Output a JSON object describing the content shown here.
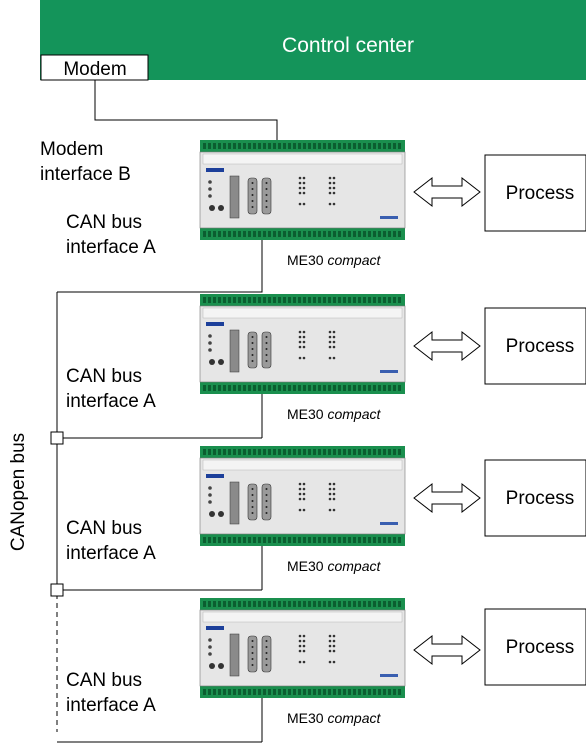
{
  "control_center": {
    "title": "Control center",
    "modem": "Modem",
    "color": "#14945a"
  },
  "labels": {
    "modem_interface_line1": "Modem",
    "modem_interface_line2": "interface B",
    "bus_name": "CANopen bus"
  },
  "modules": [
    {
      "name": "ME30",
      "variant": "compact",
      "can_line1": "CAN bus",
      "can_line2": "interface A",
      "process": "Process"
    },
    {
      "name": "ME30",
      "variant": "compact",
      "can_line1": "CAN bus",
      "can_line2": "interface A",
      "process": "Process"
    },
    {
      "name": "ME30",
      "variant": "compact",
      "can_line1": "CAN bus",
      "can_line2": "interface A",
      "process": "Process"
    },
    {
      "name": "ME30",
      "variant": "compact",
      "can_line1": "CAN bus",
      "can_line2": "interface A",
      "process": "Process"
    }
  ],
  "module_colors": {
    "terminal": "#1a8f4e",
    "body": "#e6e6e6",
    "panel": "#f4f4f4",
    "logo": "#1c3f9a",
    "compact_text": "#3a5fb0"
  }
}
